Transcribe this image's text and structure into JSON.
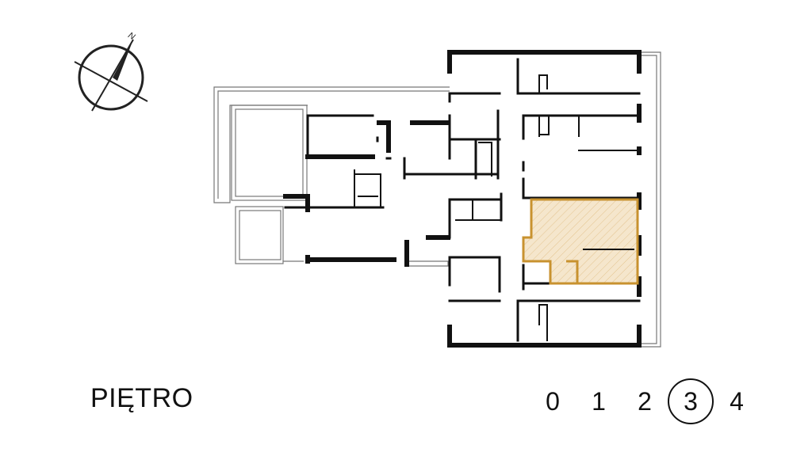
{
  "compass": {
    "north_label": "N"
  },
  "floor": {
    "label": "PIĘTRO",
    "levels": [
      "0",
      "1",
      "2",
      "3",
      "4"
    ],
    "selected": "3"
  },
  "colors": {
    "highlight_stroke": "#c8922f",
    "highlight_fill": "#f5e6cc",
    "wall": "#111111"
  }
}
